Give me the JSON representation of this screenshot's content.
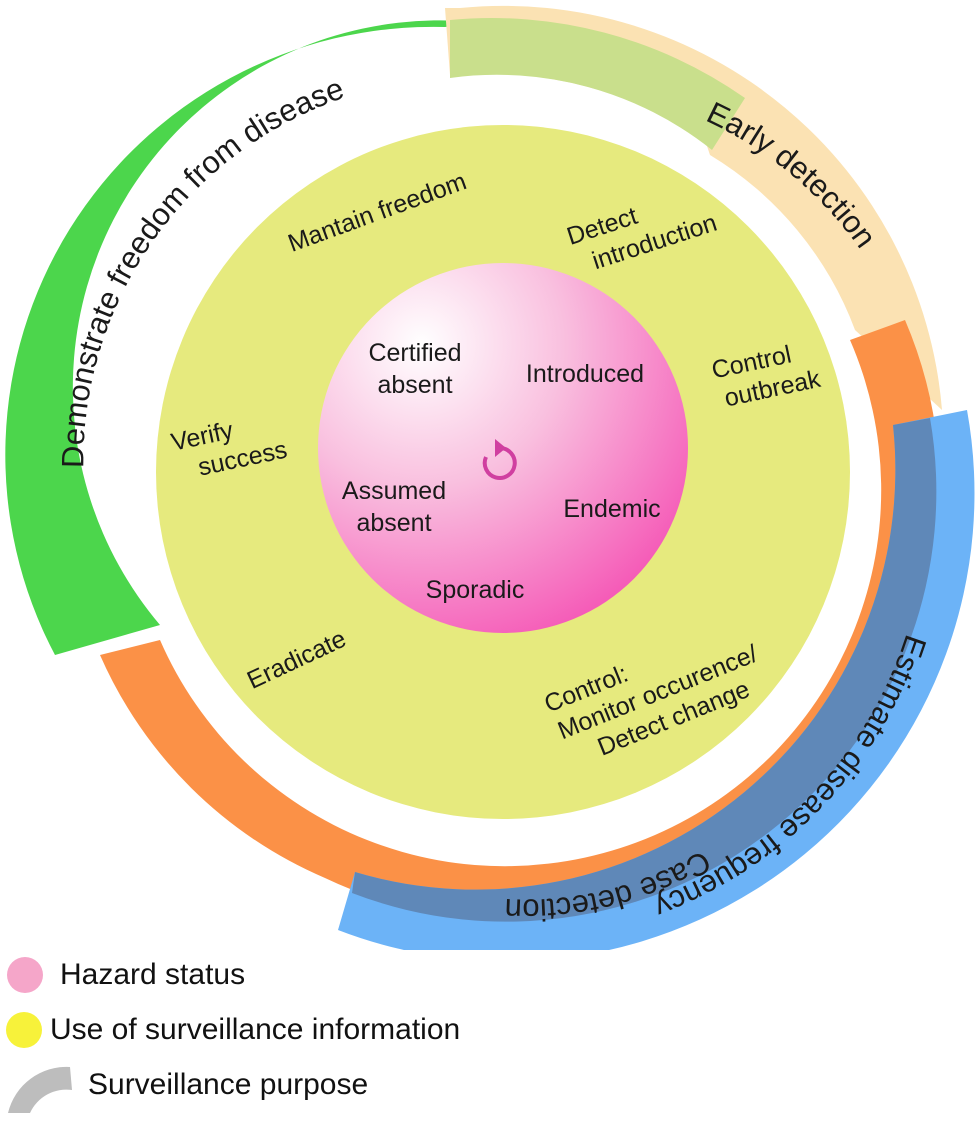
{
  "purposes": {
    "demonstrate_freedom": "Demonstrate freedom from disease",
    "early_detection": "Early detection",
    "case_detection": "Case detection",
    "estimate_frequency": "Estimate disease frequency"
  },
  "uses": {
    "maintain_freedom": "Mantain freedom",
    "detect_introduction_1": "Detect",
    "detect_introduction_2": "introduction",
    "control_outbreak_1": "Control",
    "control_outbreak_2": "outbreak",
    "verify_success_1": "Verify",
    "verify_success_2": "success",
    "eradicate": "Eradicate",
    "control_monitor_1": "Control:",
    "control_monitor_2": "Monitor occurence/",
    "control_monitor_3": "Detect change"
  },
  "statuses": {
    "certified_absent_1": "Certified",
    "certified_absent_2": "absent",
    "introduced": "Introduced",
    "assumed_absent_1": "Assumed",
    "assumed_absent_2": "absent",
    "endemic": "Endemic",
    "sporadic": "Sporadic"
  },
  "legend": {
    "hazard_status": "Hazard status",
    "use_of_info": "Use of surveillance information",
    "purpose": "Surveillance purpose"
  },
  "colors": {
    "green": "#4cd64c",
    "light_yellow_green": "#c9df8c",
    "peach": "#fbe2b3",
    "orange": "#fb9147",
    "blue": "#6cb3f7",
    "yellow": "#e6ea7e",
    "pink": "#f56fc0",
    "legend_pink": "#f5a6c9",
    "legend_yellow": "#f7f23a",
    "legend_gray": "#bdbdbd"
  }
}
